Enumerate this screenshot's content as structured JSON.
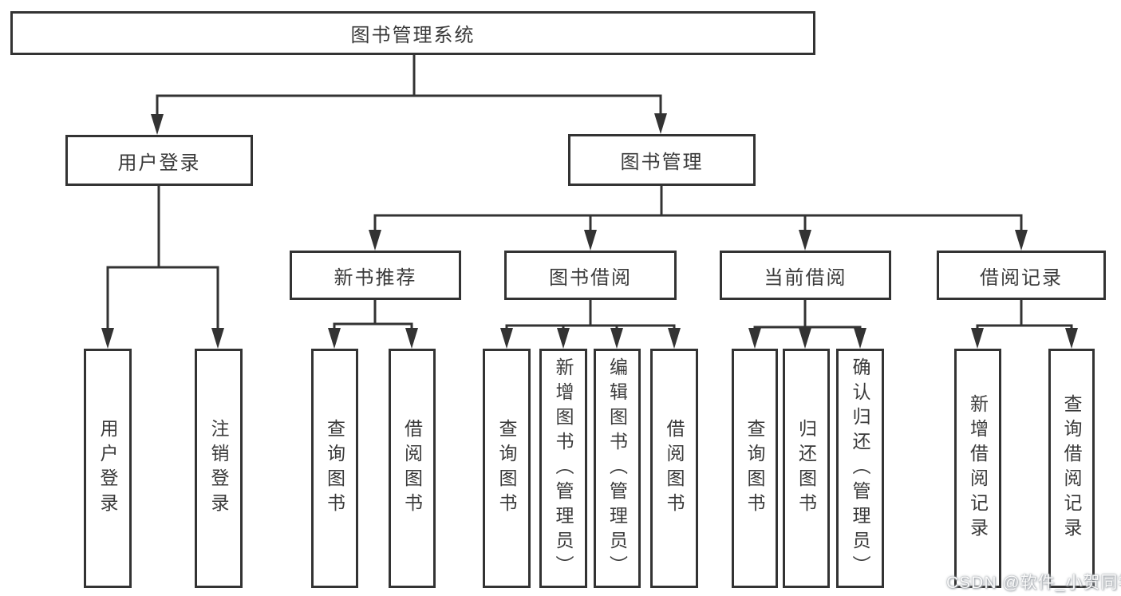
{
  "diagram_title": "图书管理系统",
  "colors": {
    "line": "#333333",
    "text": "#3a3a3a",
    "background": "#ffffff"
  },
  "tree": {
    "root": {
      "label": "图书管理系统"
    },
    "branches": [
      {
        "label": "用户登录",
        "children": [
          {
            "label": "用户登录"
          },
          {
            "label": "注销登录"
          }
        ]
      },
      {
        "label": "图书管理",
        "children": [
          {
            "label": "新书推荐",
            "children": [
              {
                "label": "查询图书"
              },
              {
                "label": "借阅图书"
              }
            ]
          },
          {
            "label": "图书借阅",
            "children": [
              {
                "label": "查询图书"
              },
              {
                "label": "新增图书（管理员）"
              },
              {
                "label": "编辑图书（管理员）"
              },
              {
                "label": "借阅图书"
              }
            ]
          },
          {
            "label": "当前借阅",
            "children": [
              {
                "label": "查询图书"
              },
              {
                "label": "归还图书"
              },
              {
                "label": "确认归还（管理员）"
              }
            ]
          },
          {
            "label": "借阅记录",
            "children": [
              {
                "label": "新增借阅记录"
              },
              {
                "label": "查询借阅记录"
              }
            ]
          }
        ]
      }
    ]
  },
  "watermark": {
    "text": "CSDN @软件_小贺同学"
  }
}
